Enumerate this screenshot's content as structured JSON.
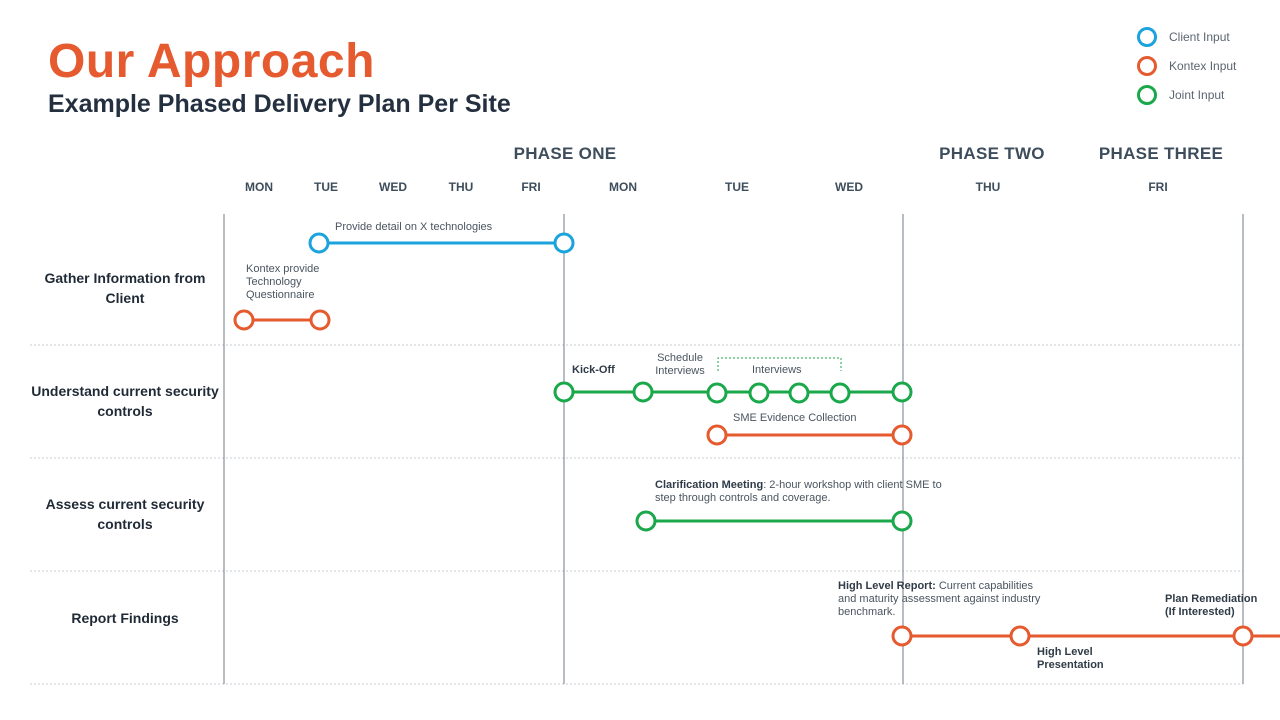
{
  "title": "Our Approach",
  "subtitle": "Example Phased Delivery Plan Per Site",
  "legend": [
    {
      "label": "Client Input",
      "color": "#1aa3dc"
    },
    {
      "label": "Kontex Input",
      "color": "#e55a2f"
    },
    {
      "label": "Joint Input",
      "color": "#1aa84a"
    }
  ],
  "phases": {
    "one": "PHASE ONE",
    "two": "PHASE TWO",
    "three": "PHASE THREE"
  },
  "days": [
    "MON",
    "TUE",
    "WED",
    "THU",
    "FRI",
    "MON",
    "TUE",
    "WED",
    "THU",
    "FRI"
  ],
  "rows": [
    {
      "label": "Gather Information from Client"
    },
    {
      "label": "Understand current security controls"
    },
    {
      "label": "Assess current security controls"
    },
    {
      "label": "Report Findings"
    }
  ],
  "annotations": {
    "provide_detail": "Provide detail on X technologies",
    "kontex_provide": "Kontex provide Technology Questionnaire",
    "kick_off": "Kick-Off",
    "schedule_interviews": "Schedule Interviews",
    "interviews": "Interviews",
    "sme_evidence": "SME Evidence Collection",
    "clarification_bold": "Clarification Meeting",
    "clarification_text": ": 2-hour workshop with client SME to step through controls and coverage.",
    "hlr_bold": "High Level Report:",
    "hlr_text": " Current capabilities and maturity assessment against industry benchmark.",
    "hl_presentation": "High Level Presentation",
    "plan_remediation": "Plan Remediation",
    "if_interested": "(If Interested)"
  }
}
